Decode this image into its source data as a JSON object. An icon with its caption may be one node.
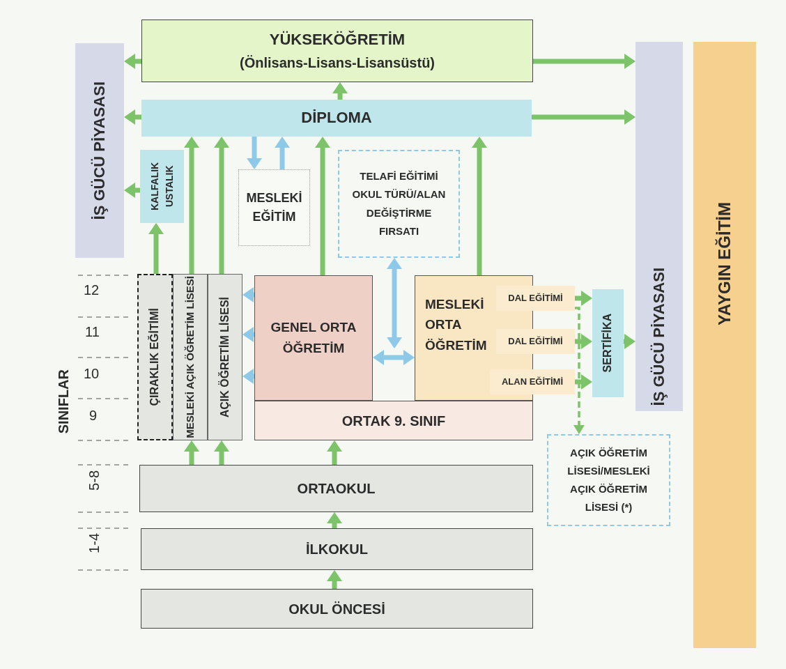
{
  "diagram": {
    "nodes": [
      {
        "text": [
          "YÜKSEKÖĞRETİM",
          "(Önlisans-Lisans-Lisansüstü)"
        ]
      },
      {
        "text": [
          "İŞ GÜCÜ PİYASASI"
        ]
      },
      {
        "text": [
          "DİPLOMA"
        ]
      },
      {
        "text": [
          "İŞ GÜCÜ PİYASASI"
        ]
      },
      {
        "text": [
          "YAYGIN EĞİTİM"
        ]
      },
      {
        "text": [
          "KALFALIK USTALIK"
        ]
      },
      {
        "text": [
          "MESLEKİ EĞİTİM"
        ]
      },
      {
        "text": [
          "TELAFİ EĞİTİMİ OKUL TÜRÜ/ALAN DEĞİŞTİRME FIRSATI"
        ]
      },
      {
        "text": [
          "ÇIRAKLIK EĞİTİMİ"
        ]
      },
      {
        "text": [
          "MESLEKİ AÇIK ÖĞRETİM LİSESİ"
        ]
      },
      {
        "text": [
          "AÇIK ÖĞRETİM LİSESİ"
        ]
      },
      {
        "text": [
          "GENEL ORTA ÖĞRETİM"
        ]
      },
      {
        "text": [
          "MESLEKİ ORTA ÖĞRETİM"
        ]
      },
      {
        "text": [
          "ORTAK 9. SINIF"
        ]
      },
      {
        "text": [
          "DAL EĞİTİMİ"
        ]
      },
      {
        "text": [
          "DAL EĞİTİMİ"
        ]
      },
      {
        "text": [
          "ALAN EĞİTİMİ"
        ]
      },
      {
        "text": [
          "SERTİFİKA"
        ]
      },
      {
        "text": [
          "AÇIK ÖĞRETİM LİSESİ/MESLEKİ AÇIK ÖĞRETİM LİSESİ (*)"
        ]
      },
      {
        "text": [
          "ORTAOKUL"
        ]
      },
      {
        "text": [
          "İLKOKUL"
        ]
      },
      {
        "text": [
          "OKUL ÖNCESİ"
        ]
      }
    ],
    "edges": [
      {
        "from": 0,
        "to": 1,
        "arrow": "to"
      },
      {
        "from": 0,
        "to": 3,
        "arrow": "to"
      },
      {
        "from": 2,
        "to": 0,
        "arrow": "to"
      },
      {
        "from": 2,
        "to": 1,
        "arrow": "to"
      },
      {
        "from": 2,
        "to": 3,
        "arrow": "to"
      },
      {
        "from": 5,
        "to": 1,
        "arrow": "to"
      },
      {
        "from": 8,
        "to": 5,
        "arrow": "to"
      },
      {
        "from": 9,
        "to": 2,
        "arrow": "to"
      },
      {
        "from": 10,
        "to": 2,
        "arrow": "to"
      },
      {
        "from": 2,
        "to": 6,
        "arrow": "to",
        "color": "#8ecae8"
      },
      {
        "from": 6,
        "to": 2,
        "arrow": "to",
        "color": "#8ecae8"
      },
      {
        "from": 11,
        "to": 2,
        "arrow": "to"
      },
      {
        "from": 12,
        "to": 2,
        "arrow": "to"
      },
      {
        "from": 7,
        "to": 11,
        "arrow": "both",
        "color": "#8ecae8"
      },
      {
        "from": 11,
        "to": 12,
        "arrow": "both",
        "color": "#8ecae8"
      },
      {
        "from": 11,
        "to": 10,
        "arrow": "to",
        "color": "#8ecae8"
      },
      {
        "from": 11,
        "to": 10,
        "arrow": "to",
        "color": "#8ecae8"
      },
      {
        "from": 11,
        "to": 10,
        "arrow": "to",
        "color": "#8ecae8"
      },
      {
        "from": 14,
        "to": 17,
        "arrow": "to"
      },
      {
        "from": 15,
        "to": 17,
        "arrow": "to"
      },
      {
        "from": 16,
        "to": 17,
        "arrow": "to"
      },
      {
        "from": 17,
        "to": 3,
        "arrow": "to"
      },
      {
        "from": 14,
        "to": 18,
        "arrow": "to",
        "style": "dashed"
      },
      {
        "from": 19,
        "to": 9,
        "arrow": "to"
      },
      {
        "from": 19,
        "to": 10,
        "arrow": "to"
      },
      {
        "from": 19,
        "to": 13,
        "arrow": "to"
      },
      {
        "from": 20,
        "to": 19,
        "arrow": "to"
      },
      {
        "from": 21,
        "to": 20,
        "arrow": "to"
      }
    ],
    "labels": [
      "SINIFLAR",
      "12",
      "11",
      "10",
      "9",
      "5-8",
      "1-4"
    ]
  }
}
